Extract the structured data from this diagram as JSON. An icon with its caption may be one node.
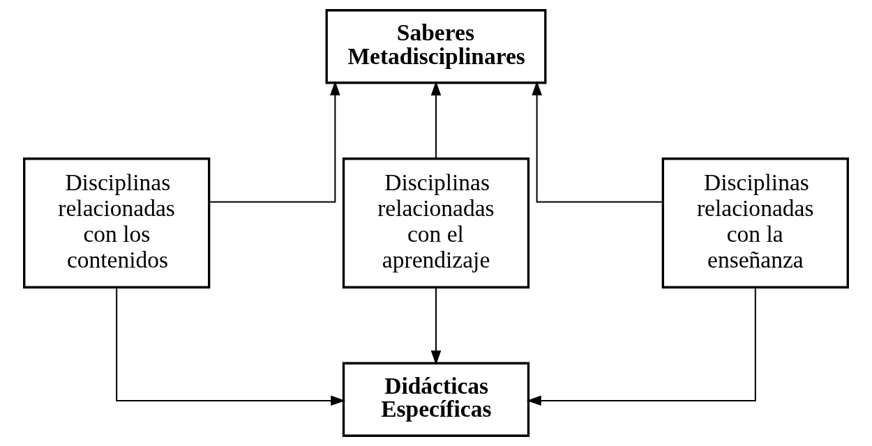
{
  "diagram": {
    "nodes": [
      {
        "text": [
          "Saberes Metadisciplinares"
        ]
      },
      {
        "text": [
          "Disciplinas relacionadas con los contenidos"
        ]
      },
      {
        "text": [
          "Disciplinas relacionadas con el aprendizaje"
        ]
      },
      {
        "text": [
          "Disciplinas relacionadas con la enseñanza"
        ]
      },
      {
        "text": [
          "Didácticas Específicas"
        ]
      }
    ],
    "edges": [
      {
        "from": 1,
        "to": 0,
        "arrow": "to"
      },
      {
        "from": 2,
        "to": 0,
        "arrow": "to"
      },
      {
        "from": 3,
        "to": 0,
        "arrow": "to"
      },
      {
        "from": 1,
        "to": 4,
        "arrow": "to"
      },
      {
        "from": 2,
        "to": 4,
        "arrow": "to"
      },
      {
        "from": 3,
        "to": 4,
        "arrow": "to"
      }
    ]
  }
}
